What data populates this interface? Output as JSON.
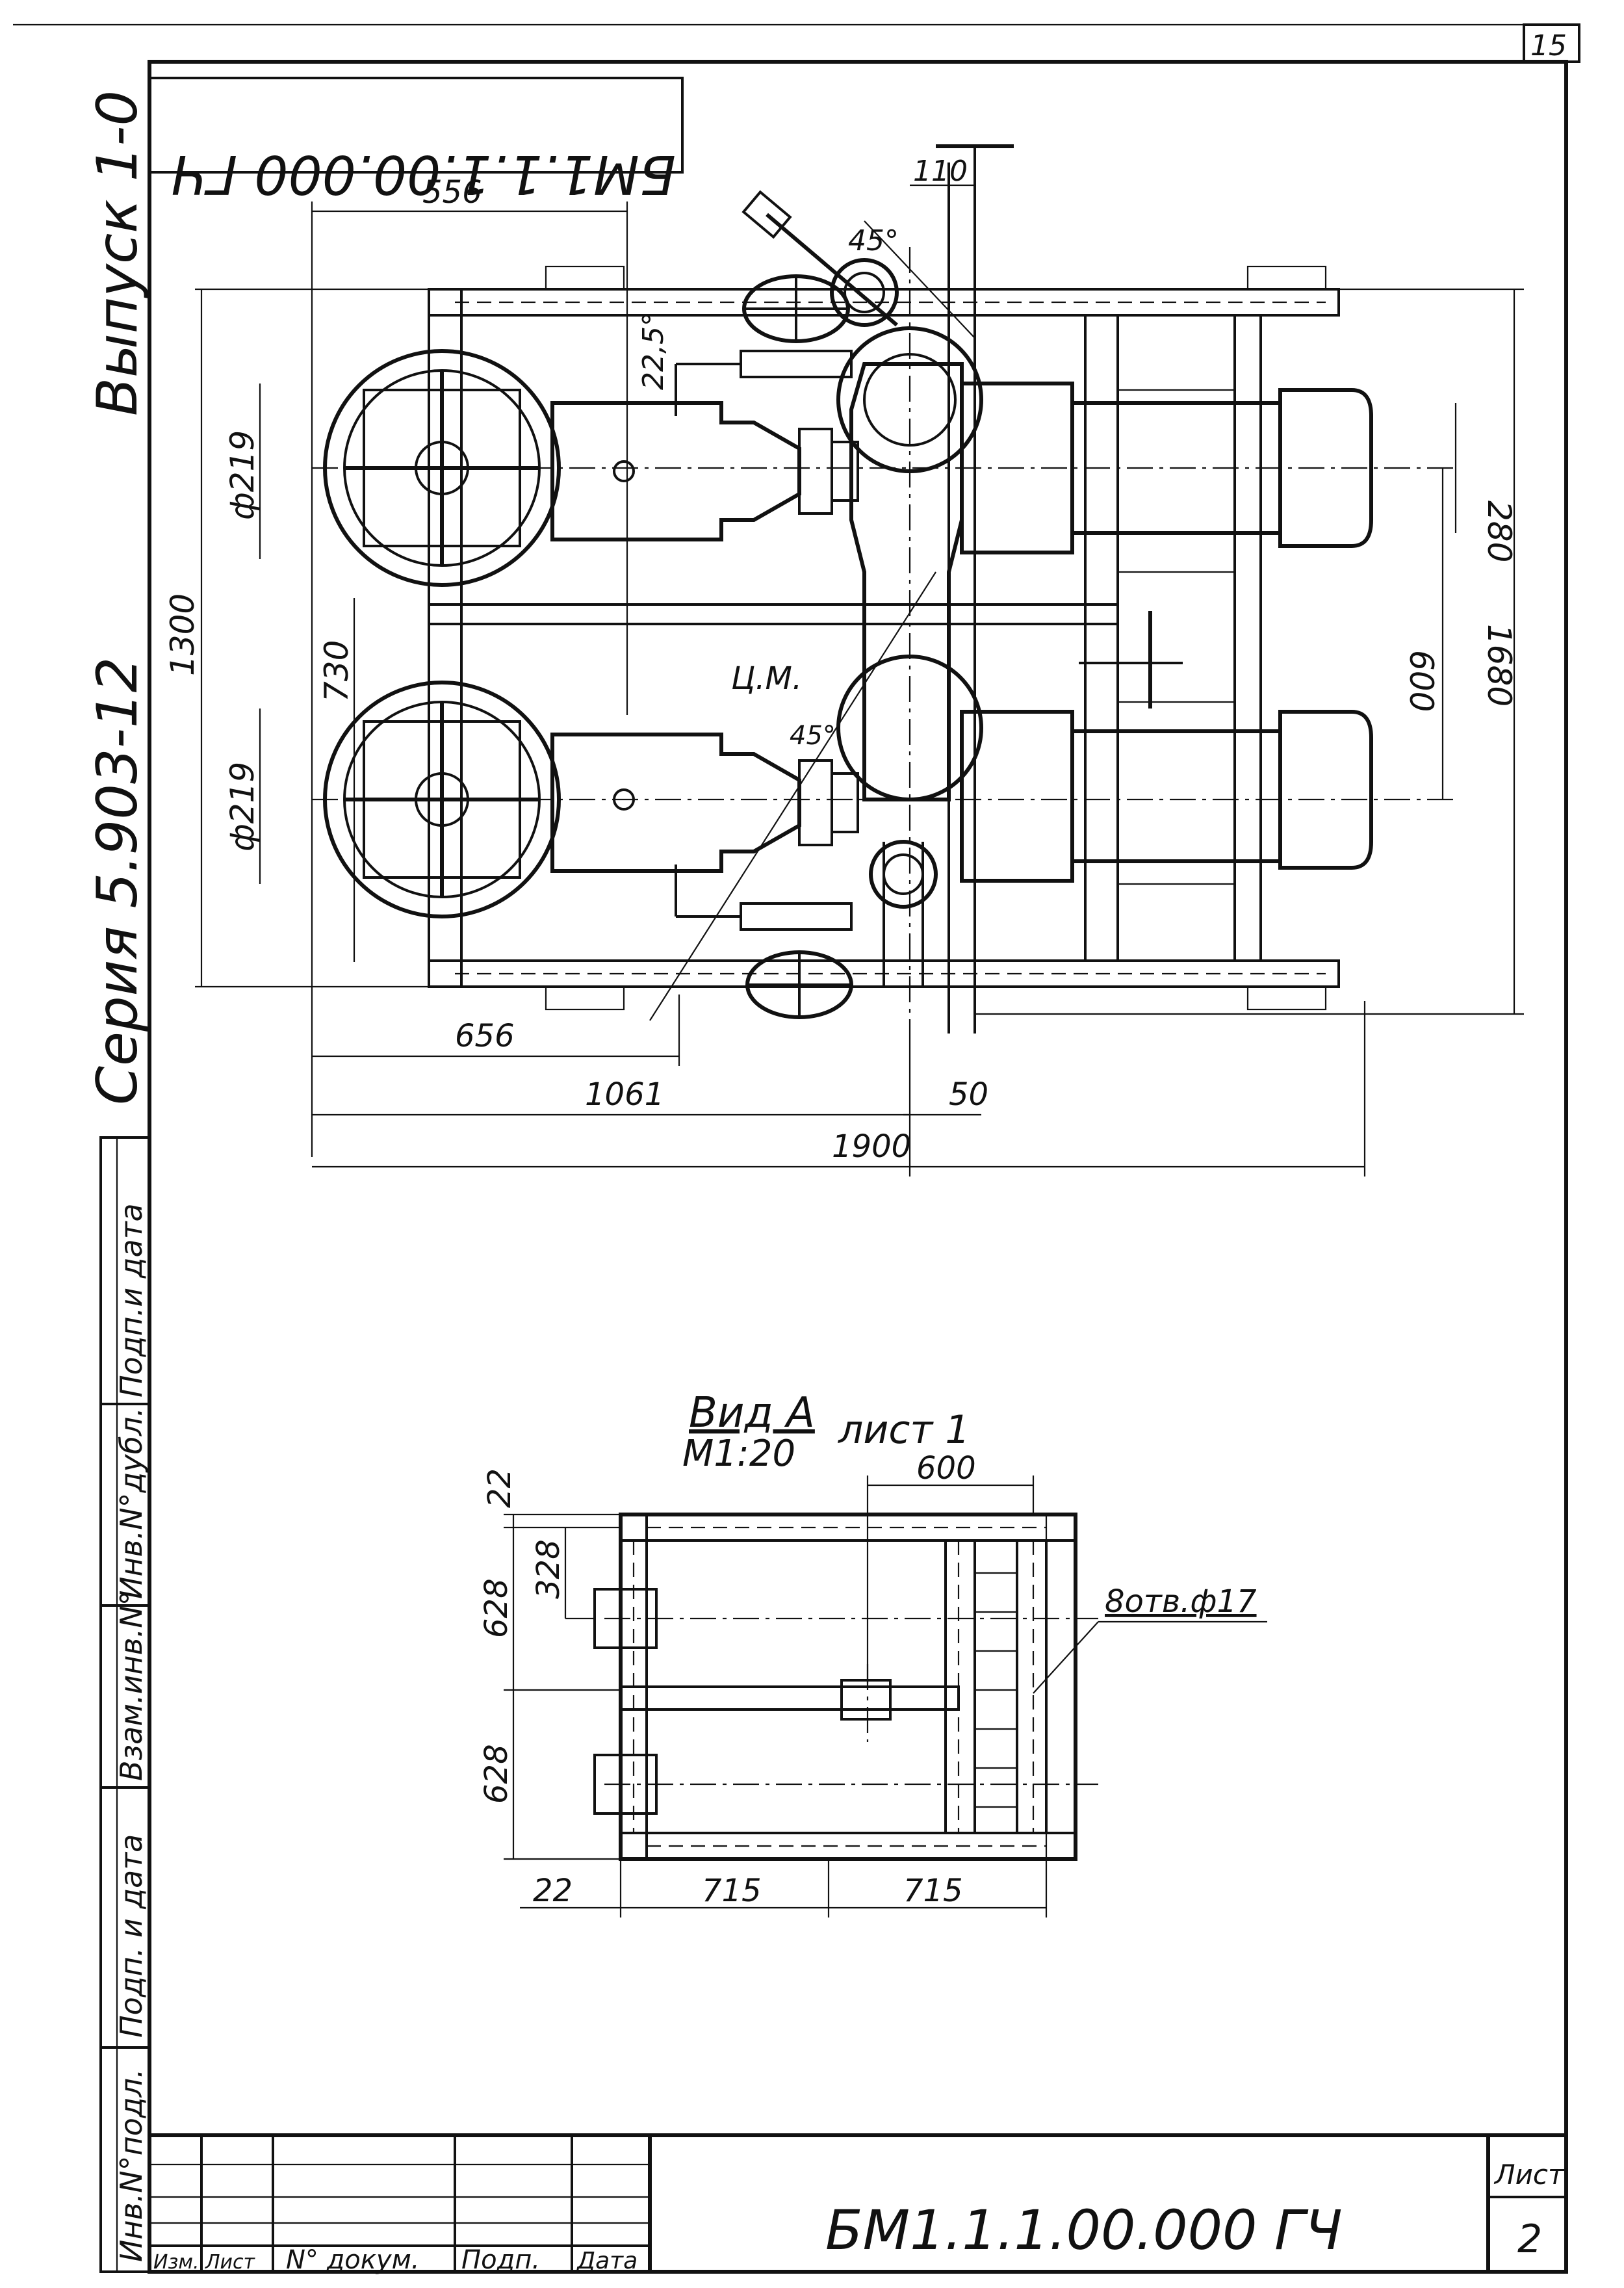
{
  "sheet": {
    "page_no": "15",
    "designation_top": "БМ1.1.1.00.000 ГЧ",
    "vypusk": "Выпуск 1-0",
    "seriya": "Серия 5.903-12"
  },
  "left_strip": {
    "labels": [
      "Инв.N°подл.",
      "Подп. и дата",
      "Взам.инв.N°",
      "Инв.N°дубл.",
      "Подп.и дата"
    ]
  },
  "top_view": {
    "dims": {
      "d556": "556",
      "d110": "110",
      "a45_top": "45°",
      "a22": "22,5°",
      "phi219_top": "ф219",
      "phi219_bottom": "ф219",
      "d1300": "1300",
      "d730": "730",
      "cm": "Ц.М.",
      "a45_mid": "45°",
      "d280": "280",
      "d600": "600",
      "d1680": "1680",
      "d656": "656",
      "d1061": "1061",
      "d50": "50",
      "d1900": "1900"
    }
  },
  "view_a": {
    "title": "Вид А",
    "scale": "М1:20",
    "sheet_ref": "лист 1",
    "dims": {
      "d600": "600",
      "d22_top": "22",
      "d328": "328",
      "d628_top": "628",
      "d628_bottom": "628",
      "d22_bottom": "22",
      "d715_left": "715",
      "d715_right": "715",
      "holes": "8отв.ф17"
    }
  },
  "title_block": {
    "headers": [
      "Изм.",
      "Лист",
      "N° докум.",
      "Подп.",
      "Дата"
    ],
    "designation": "БМ1.1.1.00.000 ГЧ",
    "sheet_label": "Лист",
    "sheet_value": "2"
  }
}
